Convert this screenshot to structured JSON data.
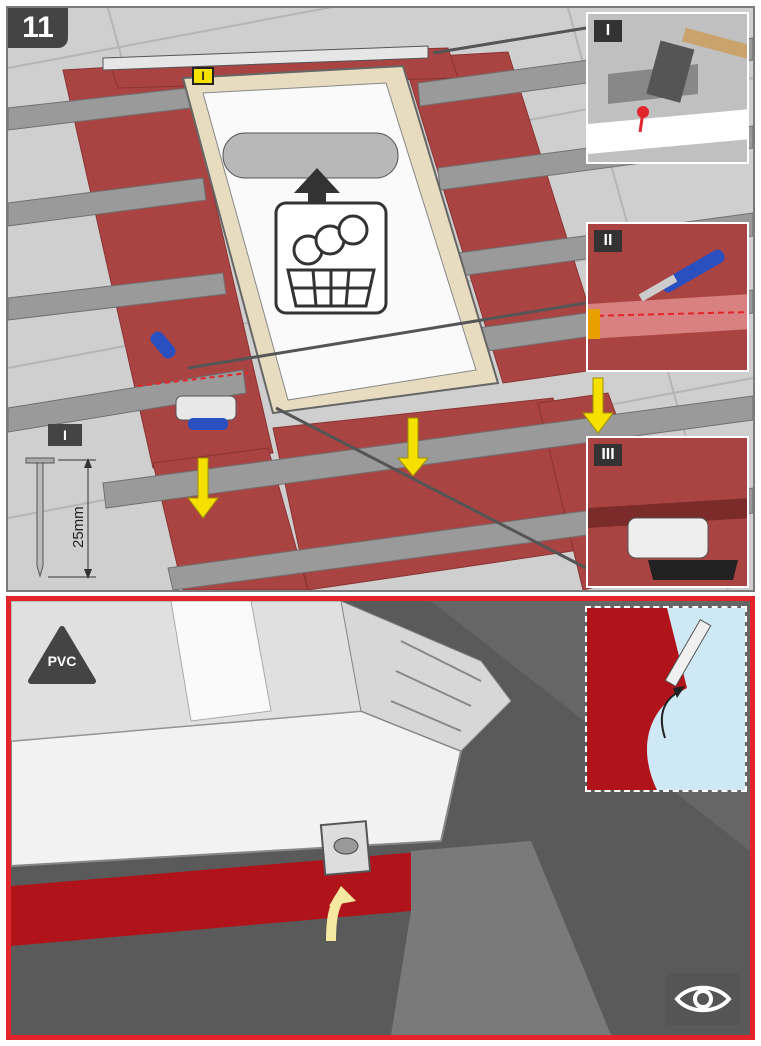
{
  "step_number": "11",
  "marker_roman_one": "I",
  "insets": {
    "one_label": "I",
    "two_label": "II",
    "three_label": "III"
  },
  "nail": {
    "label": "I",
    "length": "25mm"
  },
  "material_badge": "PVC",
  "icons": {
    "top_scene": "roof-window-flashing-illustration",
    "recycle": "recycle-basket-icon",
    "view": "eye-icon"
  },
  "colors": {
    "frame_border": "#e3242b",
    "membrane": "#a94443",
    "arrow": "#f5e000",
    "badge": "#444444"
  }
}
